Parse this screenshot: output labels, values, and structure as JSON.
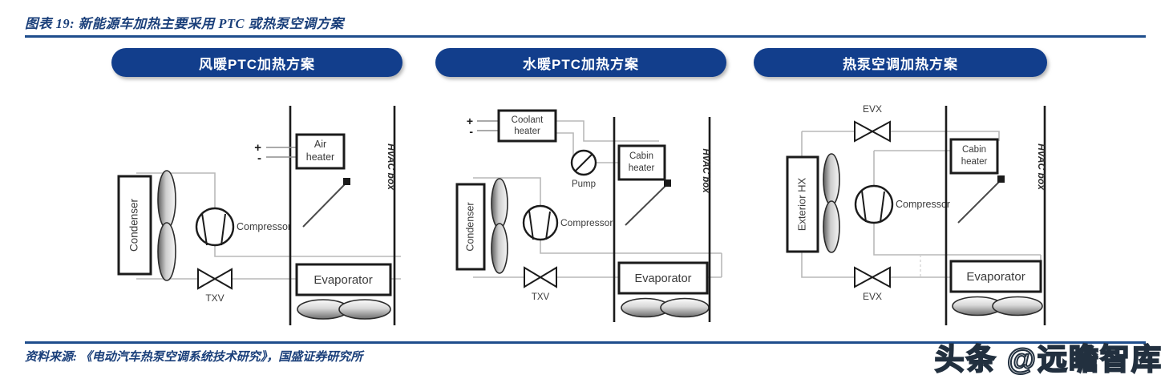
{
  "figure": {
    "title": "图表 19:  新能源车加热主要采用 PTC 或热泵空调方案",
    "source": "资料来源:  《电动汽车热泵空调系统技术研究》，国盛证券研究所",
    "watermark": "头条 @远瞻智库",
    "accent_color": "#1e4d8c",
    "banner_color": "#123e8c"
  },
  "panels": [
    {
      "banner": "风暖PTC加热方案",
      "labels": {
        "condenser": "Condenser",
        "compressor": "Compressor",
        "txv": "TXV",
        "air_heater_line1": "Air",
        "air_heater_line2": "heater",
        "plus": "+",
        "minus": "-",
        "hvac_box": "HVAC box",
        "evaporator": "Evaporator"
      }
    },
    {
      "banner": "水暖PTC加热方案",
      "labels": {
        "condenser": "Condenser",
        "compressor": "Compressor",
        "txv": "TXV",
        "coolant_heater_line1": "Coolant",
        "coolant_heater_line2": "heater",
        "cabin_heater_line1": "Cabin",
        "cabin_heater_line2": "heater",
        "pump": "Pump",
        "plus": "+",
        "minus": "-",
        "hvac_box": "HVAC box",
        "evaporator": "Evaporator"
      }
    },
    {
      "banner": "热泵空调加热方案",
      "labels": {
        "exterior_hx": "Exterior HX",
        "compressor": "Compressor",
        "evx_top": "EVX",
        "evx_bottom": "EVX",
        "cabin_heater_line1": "Cabin",
        "cabin_heater_line2": "heater",
        "hvac_box": "HVAC box",
        "evaporator": "Evaporator"
      }
    }
  ]
}
